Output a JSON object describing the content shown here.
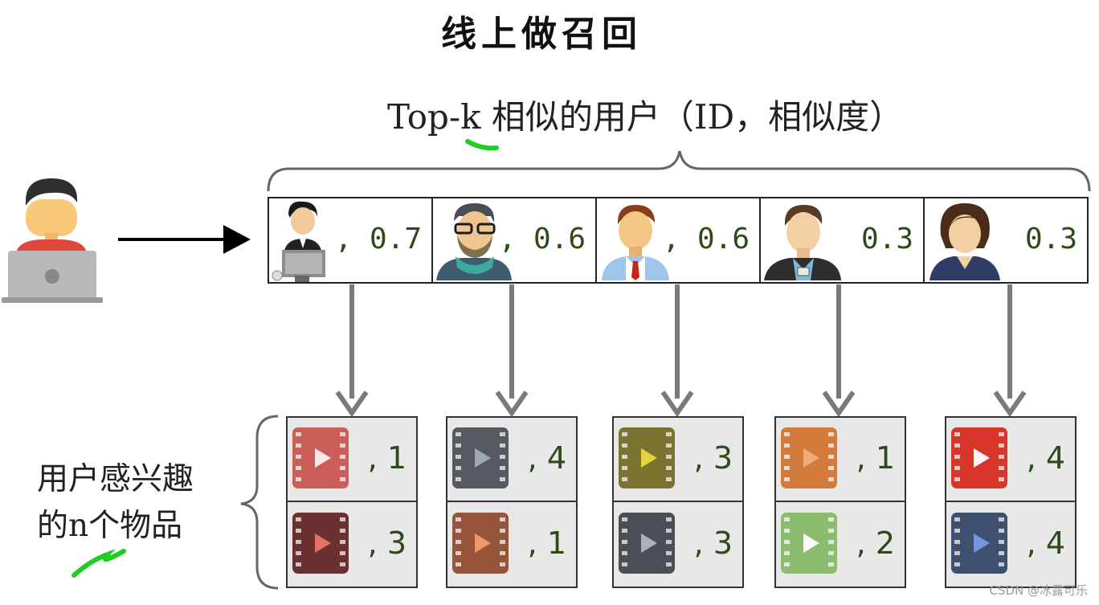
{
  "title": "线上做召回",
  "top_k_label": "Top-k 相似的用户（ID，相似度）",
  "left_label_line1": "用户感兴趣",
  "left_label_line2": "的n个物品",
  "similar_users": [
    {
      "score": ", 0.7",
      "avatar": "businessman-laptop-icon"
    },
    {
      "score": ", 0.6",
      "avatar": "man-glasses-scarf-icon"
    },
    {
      "score": ", 0.6",
      "avatar": "man-tie-icon"
    },
    {
      "score": "0.3",
      "avatar": "man-badge-icon"
    },
    {
      "score": "0.3",
      "avatar": "woman-icon"
    }
  ],
  "item_groups": [
    {
      "items": [
        {
          "score": ", 1",
          "color": "#cc5e58"
        },
        {
          "score": ", 3",
          "color": "#6b3030"
        }
      ]
    },
    {
      "items": [
        {
          "score": ", 4",
          "color": "#555a60"
        },
        {
          "score": ", 1",
          "color": "#96553a"
        }
      ]
    },
    {
      "items": [
        {
          "score": ", 3",
          "color": "#7a7430"
        },
        {
          "score": ", 3",
          "color": "#4b4f55"
        }
      ]
    },
    {
      "items": [
        {
          "score": ", 1",
          "color": "#d47a3a"
        },
        {
          "score": ", 2",
          "color": "#8cbc6e"
        }
      ]
    },
    {
      "items": [
        {
          "score": ", 4",
          "color": "#d8362a"
        },
        {
          "score": ", 4",
          "color": "#3f4f6e"
        }
      ]
    }
  ],
  "watermark": "CSDN @冰露可乐"
}
